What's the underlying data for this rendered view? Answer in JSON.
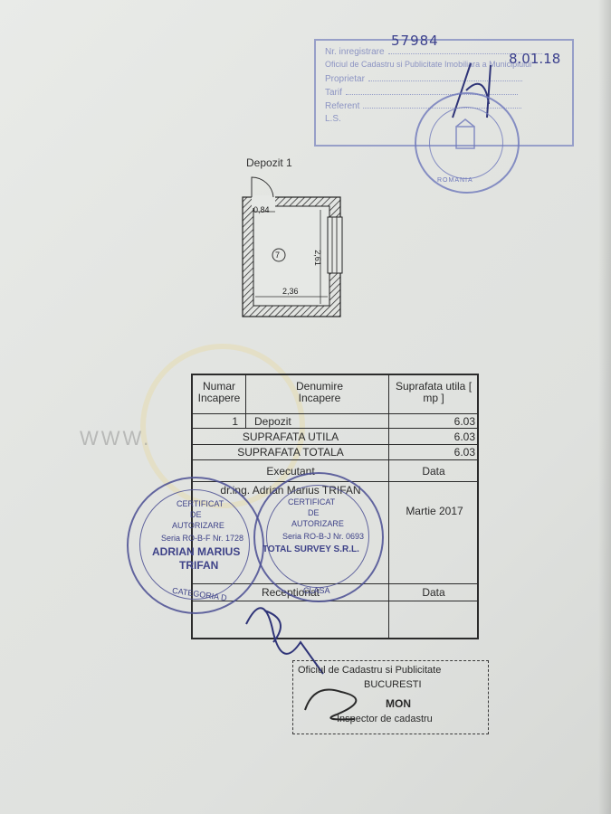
{
  "registration_stamp": {
    "lines": [
      "Nr. inregistrare",
      "Oficiul de Cadastru si Publicitate Imobiliara a Municipiului",
      "Proprietar",
      "Tarif",
      "Referent",
      "L.S."
    ],
    "handwritten_number": "57984",
    "handwritten_date": "8.01.18"
  },
  "round_seal": {
    "text": "ROMANIA"
  },
  "plan": {
    "title": "Depozit 1",
    "dim_top": "0,84",
    "dim_side": "2,61",
    "dim_bottom": "2,36",
    "room_number": "7"
  },
  "watermark": {
    "url_fragment": "WWW."
  },
  "table": {
    "headers": {
      "numar": "Numar Incapere",
      "denumire": "Denumire Incapere",
      "suprafata": "Suprafata utila [ mp ]"
    },
    "rows": [
      {
        "nr": "1",
        "name": "Depozit",
        "area": "6.03"
      }
    ],
    "suprafata_utila": {
      "label": "SUPRAFATA UTILA",
      "value": "6.03"
    },
    "suprafata_totala": {
      "label": "SUPRAFATA TOTALA",
      "value": "6.03"
    },
    "executant": {
      "label": "Executant",
      "data_label": "Data",
      "name": "dr.ing. Adrian Marius TRIFAN",
      "date": "Martie 2017"
    },
    "receptionat": {
      "label": "Receptionat",
      "data_label": "Data"
    }
  },
  "stamp_left": {
    "line1": "CERTIFICAT",
    "line2": "DE",
    "line3": "AUTORIZARE",
    "series": "Seria RO-B-F Nr. 1728",
    "name1": "ADRIAN MARIUS",
    "name2": "TRIFAN",
    "category": "CATEGORIA D"
  },
  "stamp_right": {
    "line1": "CERTIFICAT",
    "line2": "DE",
    "line3": "AUTORIZARE",
    "series": "Seria RO-B-J Nr. 0693",
    "company": "TOTAL SURVEY S.R.L.",
    "class": "CLASA"
  },
  "ocpi_stamp": {
    "line1": "Oficiul de Cadastru si Publicitate",
    "line2": "BUCURESTI",
    "line3": "MON",
    "line4": "Inspector de cadastru"
  }
}
